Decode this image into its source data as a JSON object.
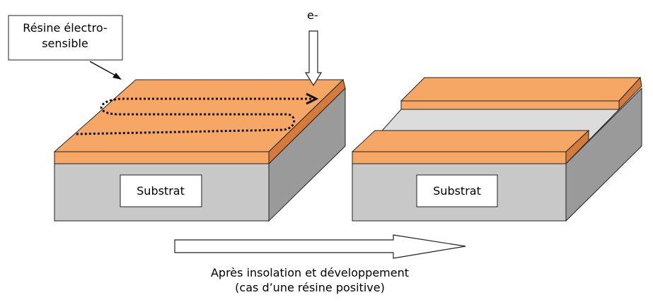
{
  "labels": {
    "resin_line1": "Résine électro-",
    "resin_line2": "sensible",
    "electron": "e-",
    "substrate_left": "Substrat",
    "substrate_right": "Substrat",
    "caption_line1": "Après insolation et développement",
    "caption_line2": "(cas d’une résine positive)"
  },
  "colors": {
    "resin_top": "#f7a765",
    "resin_edge": "#d47a3a",
    "substrate_front": "#c8c8c8",
    "substrate_side": "#9a9a9a",
    "substrate_top": "#dcdcdc",
    "outline": "#222222"
  },
  "icons": {
    "scan_path": "dotted-zigzag-arrow",
    "electron_beam": "down-arrow-icon",
    "process": "right-arrow-icon"
  }
}
